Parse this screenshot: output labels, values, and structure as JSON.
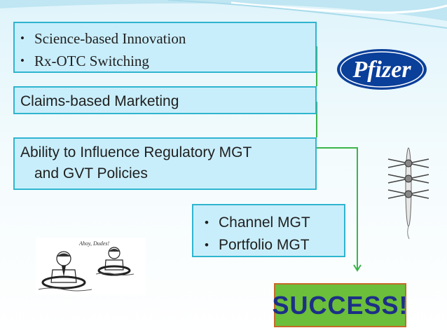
{
  "box_science": {
    "items": [
      "Science-based Innovation",
      "Rx-OTC Switching"
    ]
  },
  "box_claims": {
    "text": "Claims-based Marketing"
  },
  "box_regulatory": {
    "line1": "Ability to Influence Regulatory MGT",
    "line2": "and GVT Policies"
  },
  "box_channel": {
    "items": [
      "Channel MGT",
      "Portfolio MGT"
    ]
  },
  "success": {
    "text": "SUCCESS!"
  },
  "logo": {
    "text": "Pfizer",
    "icon": "pfizer-logo-icon"
  },
  "images": {
    "rowing": "rowing-boat-icon",
    "cartoon": "people-in-life-rings-icon",
    "cartoon_caption": "Ahoy, Dudes!"
  },
  "colors": {
    "box_fill": "#c9eefb",
    "box_border": "#2fb5cf",
    "connector": "#3cb44b",
    "success_fill": "#6bbf3a",
    "success_text": "#1c2f86",
    "logo_blue": "#0a3f9a"
  }
}
